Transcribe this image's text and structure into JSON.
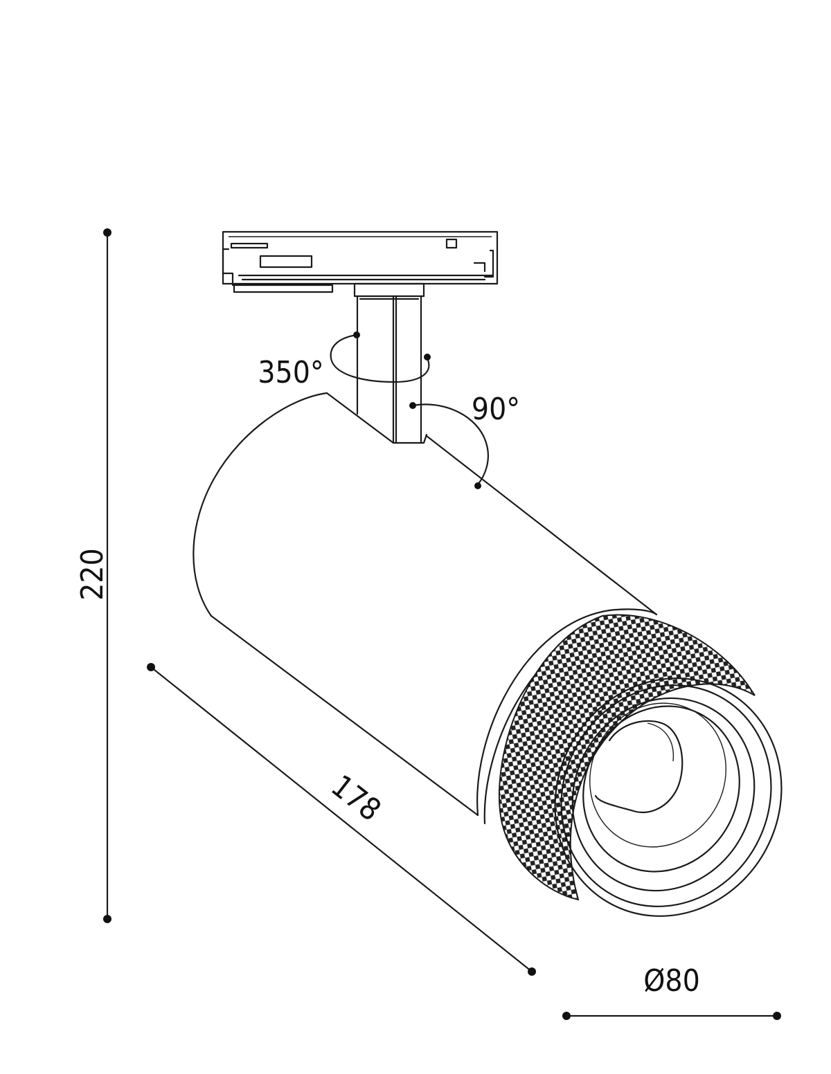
{
  "dimensions": {
    "height": "220",
    "length": "178",
    "diameter": "Ø80",
    "rotation_horizontal": "350°",
    "rotation_tilt": "90°"
  },
  "colors": {
    "line": "#1a1a1a",
    "knurl": "#222222",
    "background": "#ffffff"
  }
}
